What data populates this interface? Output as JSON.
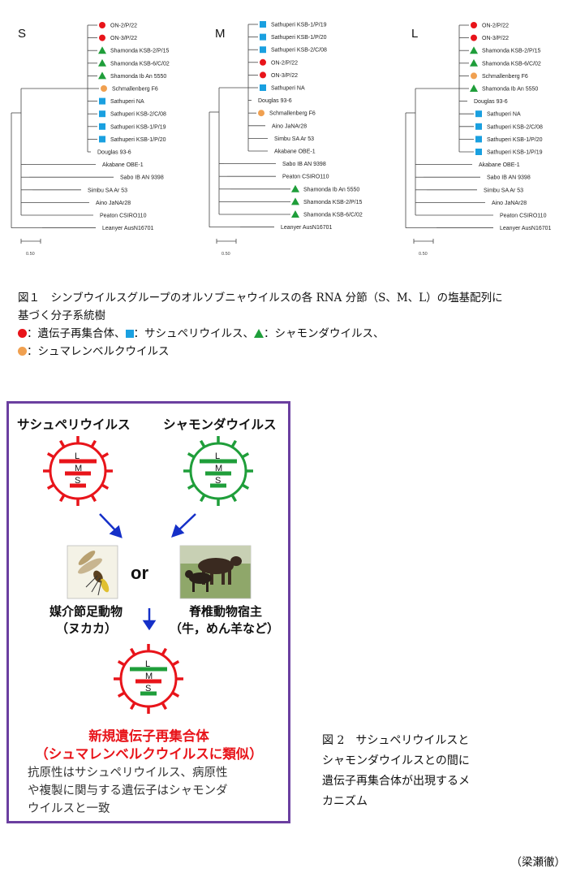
{
  "figure1": {
    "trees": [
      {
        "segment": "S",
        "scale_label": "0.50",
        "taxa": [
          {
            "name": "ON-2/P/22",
            "marker": "reassortant"
          },
          {
            "name": "ON-3/P/22",
            "marker": "reassortant"
          },
          {
            "name": "Shamonda KSB-2/P/15",
            "marker": "shamonda"
          },
          {
            "name": "Shamonda KSB-6/C/02",
            "marker": "shamonda"
          },
          {
            "name": "Shamonda Ib An 5550",
            "marker": "shamonda"
          },
          {
            "name": "Schmallenberg F6",
            "marker": "schmallenberg"
          },
          {
            "name": "Sathuperi NA",
            "marker": "sathuperi"
          },
          {
            "name": "Sathuperi KSB-2/C/08",
            "marker": "sathuperi"
          },
          {
            "name": "Sathuperi KSB-1/P/19",
            "marker": "sathuperi"
          },
          {
            "name": "Sathuperi KSB-1/P/20",
            "marker": "sathuperi"
          },
          {
            "name": "Douglas 93-6",
            "marker": ""
          },
          {
            "name": "Akabane OBE-1",
            "marker": ""
          },
          {
            "name": "Sabo IB AN 9398",
            "marker": ""
          },
          {
            "name": "Simbu SA Ar 53",
            "marker": ""
          },
          {
            "name": "Aino JaNAr28",
            "marker": ""
          },
          {
            "name": "Peaton CSIRO110",
            "marker": ""
          },
          {
            "name": "Leanyer AusN16701",
            "marker": ""
          }
        ]
      },
      {
        "segment": "M",
        "scale_label": "0.50",
        "taxa": [
          {
            "name": "Sathuperi KSB-1/P/19",
            "marker": "sathuperi"
          },
          {
            "name": "Sathuperi KSB-1/P/20",
            "marker": "sathuperi"
          },
          {
            "name": "Sathuperi KSB-2/C/08",
            "marker": "sathuperi"
          },
          {
            "name": "ON-2/P/22",
            "marker": "reassortant"
          },
          {
            "name": "ON-3/P/22",
            "marker": "reassortant"
          },
          {
            "name": "Sathuperi NA",
            "marker": "sathuperi"
          },
          {
            "name": "Douglas 93-6",
            "marker": ""
          },
          {
            "name": "Schmallenberg F6",
            "marker": "schmallenberg"
          },
          {
            "name": "Aino JaNAr28",
            "marker": ""
          },
          {
            "name": "Simbu SA Ar 53",
            "marker": ""
          },
          {
            "name": "Akabane OBE-1",
            "marker": ""
          },
          {
            "name": "Sabo IB AN 9398",
            "marker": ""
          },
          {
            "name": "Peaton CSIRO110",
            "marker": ""
          },
          {
            "name": "Shamonda Ib An 5550",
            "marker": "shamonda"
          },
          {
            "name": "Shamonda KSB-2/P/15",
            "marker": "shamonda"
          },
          {
            "name": "Shamonda KSB-6/C/02",
            "marker": "shamonda"
          },
          {
            "name": "Leanyer AusN16701",
            "marker": ""
          }
        ]
      },
      {
        "segment": "L",
        "scale_label": "0.50",
        "taxa": [
          {
            "name": "ON-2/P/22",
            "marker": "reassortant"
          },
          {
            "name": "ON-3/P/22",
            "marker": "reassortant"
          },
          {
            "name": "Shamonda KSB-2/P/15",
            "marker": "shamonda"
          },
          {
            "name": "Shamonda KSB-6/C/02",
            "marker": "shamonda"
          },
          {
            "name": "Schmallenberg F6",
            "marker": "schmallenberg"
          },
          {
            "name": "Shamonda Ib An 5550",
            "marker": "shamonda"
          },
          {
            "name": "Douglas 93-6",
            "marker": ""
          },
          {
            "name": "Sathuperi NA",
            "marker": "sathuperi"
          },
          {
            "name": "Sathuperi KSB-2/C/08",
            "marker": "sathuperi"
          },
          {
            "name": "Sathuperi KSB-1/P/20",
            "marker": "sathuperi"
          },
          {
            "name": "Sathuperi KSB-1/P/19",
            "marker": "sathuperi"
          },
          {
            "name": "Akabane OBE-1",
            "marker": ""
          },
          {
            "name": "Sabo IB AN 9398",
            "marker": ""
          },
          {
            "name": "Simbu SA Ar 53",
            "marker": ""
          },
          {
            "name": "Aino JaNAr28",
            "marker": ""
          },
          {
            "name": "Peaton CSIRO110",
            "marker": ""
          },
          {
            "name": "Leanyer AusN16701",
            "marker": ""
          }
        ]
      }
    ],
    "caption_line1": "図１　シンブウイルスグループのオルソブニャウイルスの各 RNA 分節（S、M、L）の塩基配列に",
    "caption_line2": "基づく分子系統樹",
    "legend": {
      "reassortant": "：遺伝子再集合体、",
      "sathuperi": "：サシュペリウイルス、",
      "shamonda": "：シャモンダウイルス、",
      "schmallenberg": "：シュマレンベルクウイルス"
    },
    "colors": {
      "reassortant": "#e8141a",
      "sathuperi": "#1aa0e0",
      "shamonda": "#1f9e3a",
      "schmallenberg": "#f0a050"
    }
  },
  "figure2": {
    "virus_left": "サシュペリウイルス",
    "virus_right": "シャモンダウイルス",
    "segment_letters": [
      "L",
      "M",
      "S"
    ],
    "or_text": "or",
    "vector_label1": "媒介節足動物",
    "vector_label2": "（ヌカカ）",
    "host_label1": "脊椎動物宿主",
    "host_label2": "（牛，めん羊など）",
    "new_title1": "新規遺伝子再集合体",
    "new_title2": "（シュマレンベルクウイルスに類似）",
    "description": [
      "抗原性はサシュペリウイルス、病原性",
      "や複製に関与する遺伝子はシャモンダ",
      "ウイルスと一致"
    ],
    "colors": {
      "red": "#e8141a",
      "green": "#1f9e3a",
      "frame": "#6b3fa0",
      "arrow": "#1530c8"
    },
    "caption": [
      "図 2　サシュペリウイルスと",
      "シャモンダウイルスとの間に",
      "遺伝子再集合体が出現するメ",
      "カニズム"
    ]
  },
  "author": "（梁瀬徹）"
}
